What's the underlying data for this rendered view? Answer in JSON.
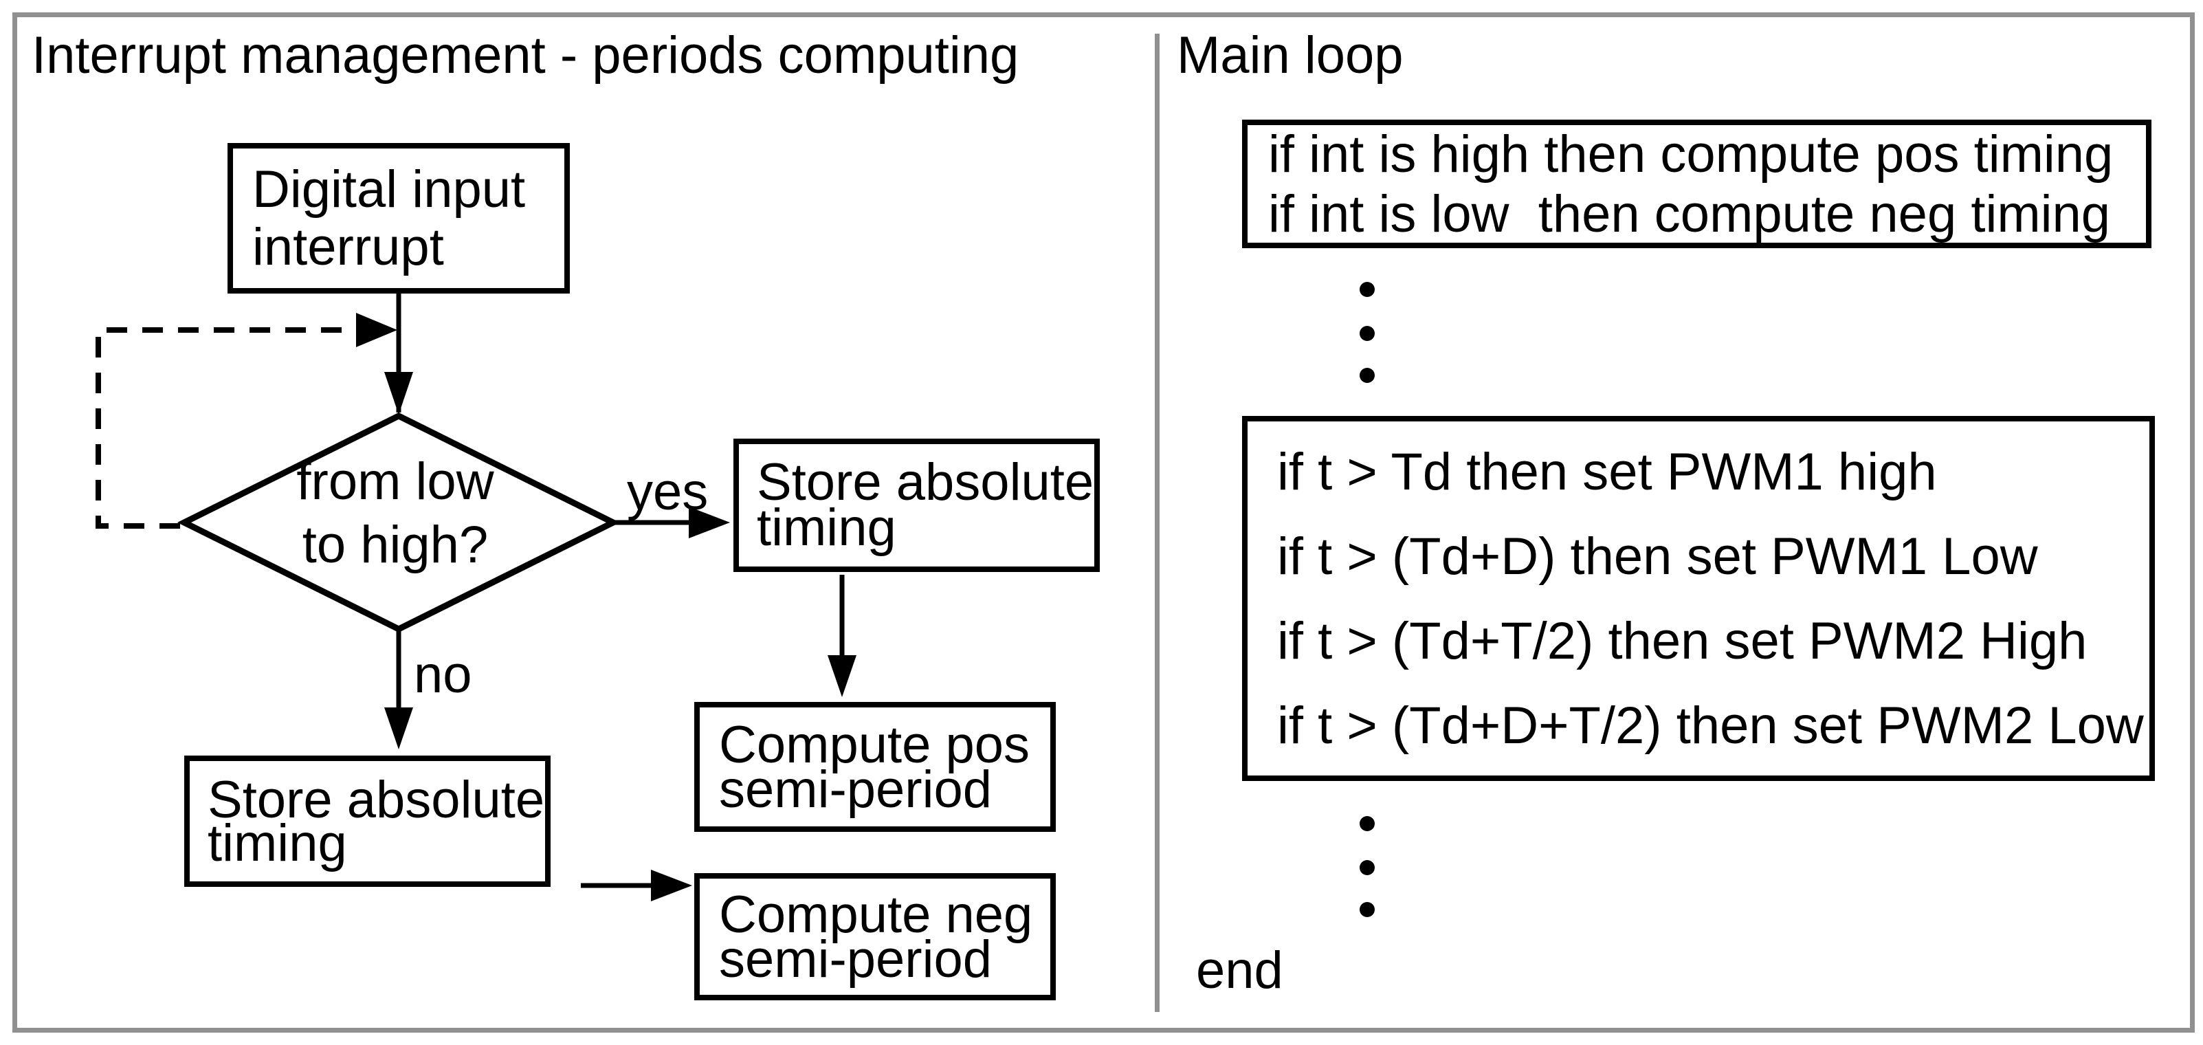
{
  "left_panel": {
    "title": "Interrupt management - periods computing",
    "nodes": {
      "digital_input": {
        "line1": "Digital input",
        "line2": "interrupt"
      },
      "decision": {
        "line1": "from low",
        "line2": "to high?"
      },
      "store_yes": {
        "line1": "Store absolute",
        "line2": "timing"
      },
      "compute_pos": {
        "line1": "Compute pos",
        "line2": "semi-period"
      },
      "store_no": {
        "line1": "Store absolute",
        "line2": "timing"
      },
      "compute_neg": {
        "line1": "Compute neg",
        "line2": "semi-period"
      }
    },
    "labels": {
      "yes": "yes",
      "no": "no"
    }
  },
  "right_panel": {
    "title": "Main loop",
    "box1": {
      "line1": "if int is high then compute pos timing",
      "line2": "if int is low  then compute neg timing"
    },
    "box2": {
      "line1": "if t > Td then set PWM1 high",
      "line2": "if t > (Td+D) then set PWM1 Low",
      "line3": "if t > (Td+T/2) then set PWM2 High",
      "line4": "if t > (Td+D+T/2) then set PWM2 Low"
    },
    "end_label": "end"
  },
  "colors": {
    "ink": "#000000",
    "frame": "#909090"
  }
}
